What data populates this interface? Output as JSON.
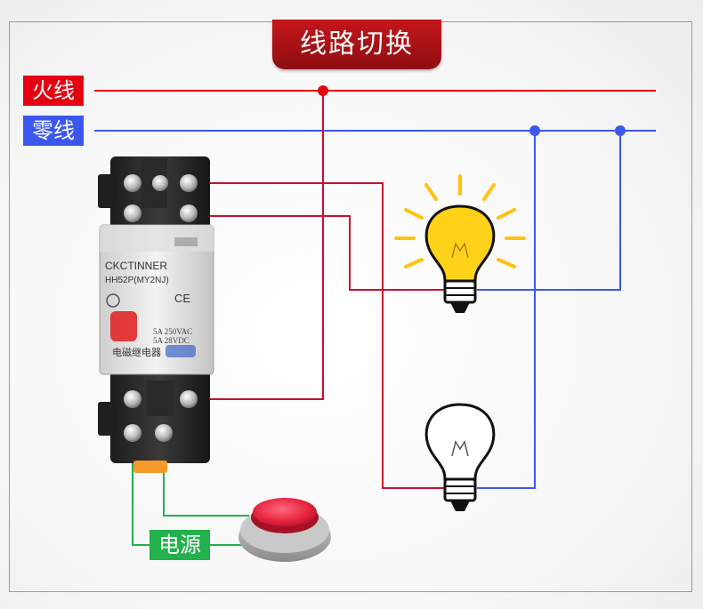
{
  "title": "线路切换",
  "labels": {
    "live": "火线",
    "neutral": "零线",
    "power": "电源"
  },
  "relay": {
    "brand": "CKCTINNER",
    "model": "HH52P(MY2NJ)",
    "rating_ac": "5A 250VAC",
    "rating_dc": "5A 28VDC",
    "name": "电磁继电器",
    "ce_mark": "CE"
  },
  "colors": {
    "live": "#e60012",
    "neutral": "#3c57f0",
    "switched": "#c8102e",
    "power": "#22b14c",
    "title_bg": "#b01218",
    "bulb_on": "#ffd21a",
    "button_red": "#e8243f"
  },
  "bulbs": [
    {
      "state": "on",
      "icon": "lit-bulb-icon"
    },
    {
      "state": "off",
      "icon": "unlit-bulb-icon"
    }
  ],
  "button": {
    "icon": "push-button-icon"
  }
}
